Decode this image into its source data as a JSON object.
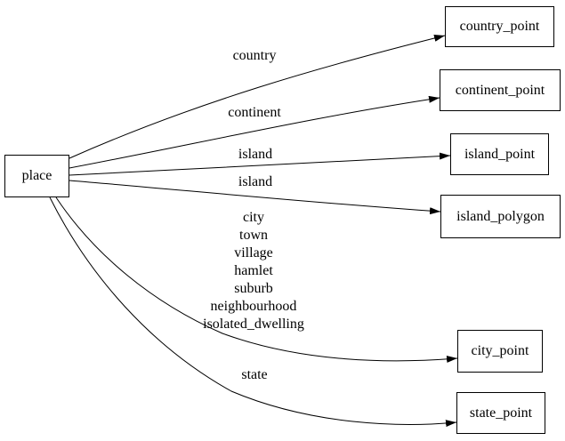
{
  "diagram": {
    "type": "directed-graph",
    "colors": {
      "background": "#ffffff",
      "line": "#000000",
      "text": "#000000",
      "node_fill": "#ffffff",
      "node_border": "#000000"
    },
    "source_node": {
      "label": "place"
    },
    "target_nodes": {
      "country_point": {
        "label": "country_point"
      },
      "continent_point": {
        "label": "continent_point"
      },
      "island_point": {
        "label": "island_point"
      },
      "island_polygon": {
        "label": "island_polygon"
      },
      "city_point": {
        "label": "city_point"
      },
      "state_point": {
        "label": "state_point"
      }
    },
    "edges": [
      {
        "from": "place",
        "to": "country_point",
        "label": "country"
      },
      {
        "from": "place",
        "to": "continent_point",
        "label": "continent"
      },
      {
        "from": "place",
        "to": "island_point",
        "label": "island"
      },
      {
        "from": "place",
        "to": "island_polygon",
        "label": "island"
      },
      {
        "from": "place",
        "to": "city_point",
        "label": "city town village hamlet suburb neighbourhood isolated_dwelling"
      },
      {
        "from": "place",
        "to": "state_point",
        "label": "state"
      }
    ],
    "edge_labels": {
      "country": "country",
      "continent": "continent",
      "island_1": "island",
      "island_2": "island",
      "city_lines": [
        "city",
        "town",
        "village",
        "hamlet",
        "suburb",
        "neighbourhood",
        "isolated_dwelling"
      ],
      "state": "state"
    }
  }
}
